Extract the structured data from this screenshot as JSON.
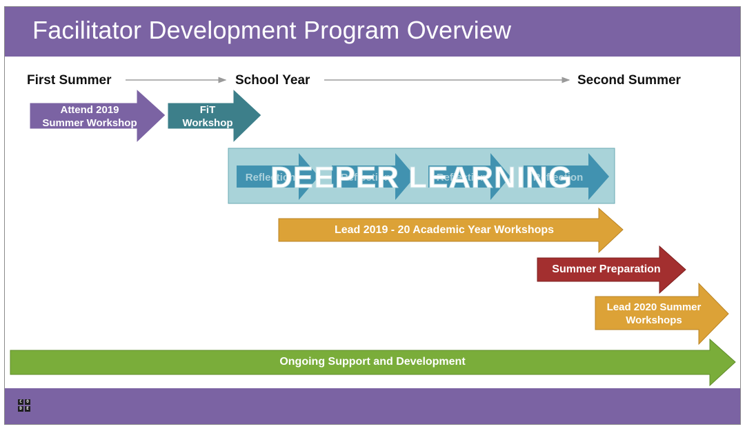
{
  "title": "Facilitator Development Program Overview",
  "phases": {
    "first": "First Summer",
    "school": "School Year",
    "second": "Second Summer"
  },
  "arrows": {
    "attend": "Attend 2019\nSummer Workshop",
    "fit": "FiT\nWorkshop",
    "lead_academic": "Lead 2019 - 20 Academic Year Workshops",
    "summer_prep": "Summer Preparation",
    "lead_summer": "Lead 2020 Summer\nWorkshops",
    "ongoing": "Ongoing Support and Development"
  },
  "deeper": {
    "title": "DEEPER LEARNING",
    "steps": [
      "Reflection",
      "Reflection",
      "Reflection",
      "Reflection"
    ]
  },
  "logo": [
    "C",
    "O",
    "D",
    "E"
  ],
  "colors": {
    "purple": "#7b63a3",
    "teal": "#3d7f8a",
    "light_teal": "#a9d3d9",
    "blue_arrow": "#2f86a8",
    "orange": "#dca237",
    "red": "#a32f2f",
    "green": "#7aad3a",
    "connector": "#9a9a9a"
  }
}
